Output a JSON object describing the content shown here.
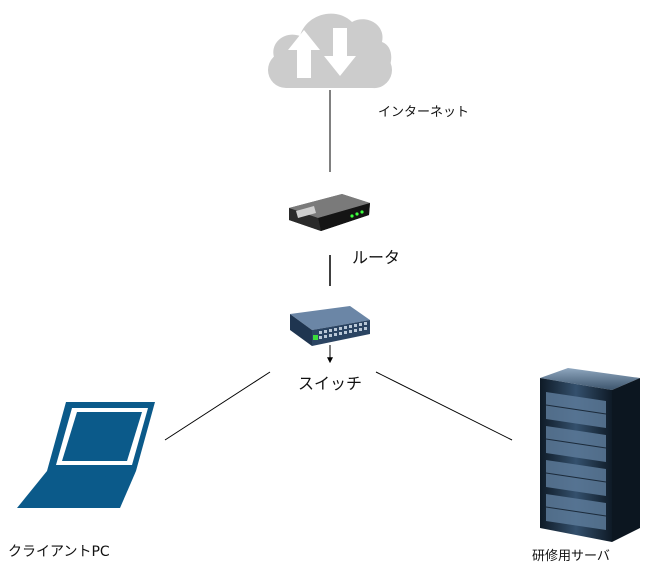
{
  "nodes": {
    "internet": {
      "label": "インターネット",
      "icon": "cloud-icon"
    },
    "router": {
      "label": "ルータ",
      "icon": "router-icon"
    },
    "switch": {
      "label": "スイッチ",
      "icon": "network-switch-icon"
    },
    "client": {
      "label": "クライアントPC",
      "icon": "laptop-icon"
    },
    "server": {
      "label": "研修用サーバ",
      "icon": "server-rack-icon"
    }
  },
  "colors": {
    "cloud": "#cccccc",
    "connector": "#000000",
    "laptop": "#0b5a8a",
    "switch_body": "#2e4a66",
    "server_body": "#1b2a3a"
  }
}
